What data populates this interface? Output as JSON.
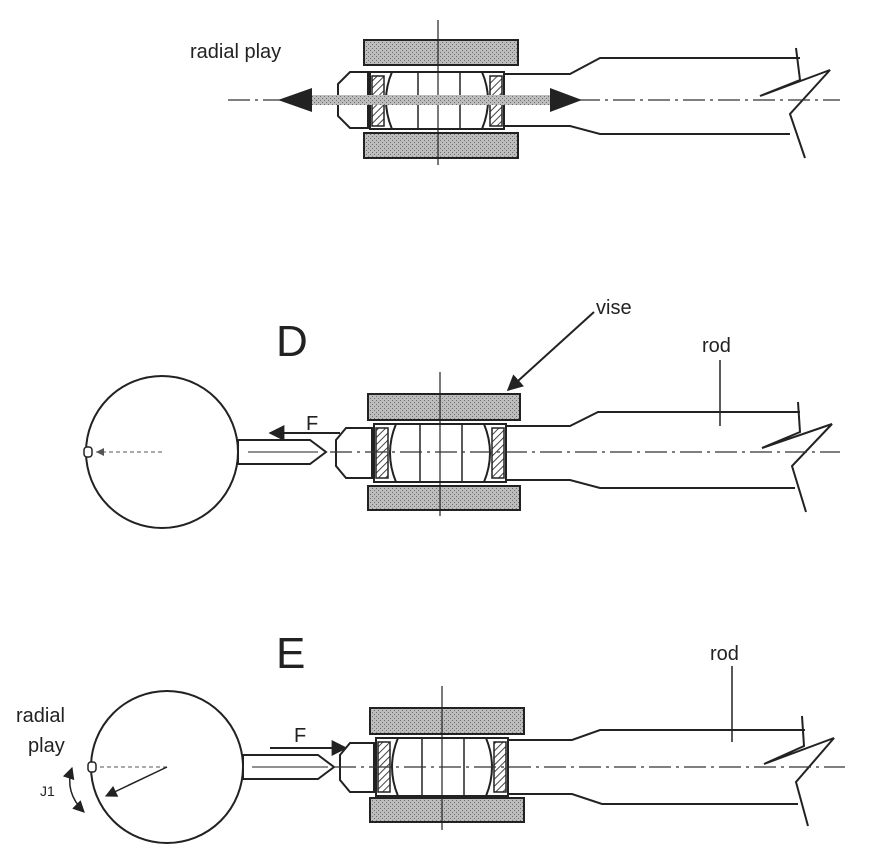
{
  "colors": {
    "ink": "#222222",
    "hatch": "#9a9a9a",
    "background": "#ffffff"
  },
  "panel_top": {
    "label_radial_play": "radial play"
  },
  "panel_d": {
    "letter": "D",
    "label_vise": "vise",
    "label_rod": "rod",
    "label_force": "F"
  },
  "panel_e": {
    "letter": "E",
    "label_rod": "rod",
    "label_force": "F",
    "label_radial": "radial",
    "label_play": "play",
    "label_angle": "J1"
  }
}
